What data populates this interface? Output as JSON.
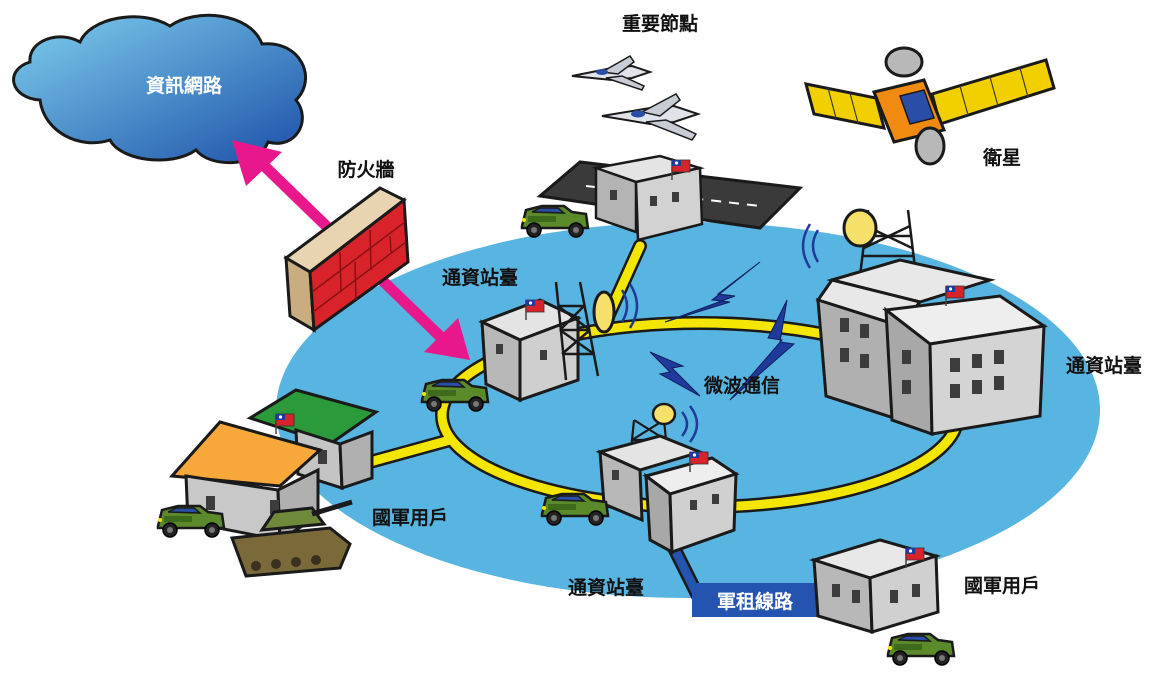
{
  "labels": {
    "info_network": "資訊網路",
    "important_node": "重要節點",
    "satellite": "衛星",
    "firewall": "防火牆",
    "station_left": "通資站臺",
    "station_right": "通資站臺",
    "station_bottom": "通資站臺",
    "microwave": "微波通信",
    "user_left": "國軍用戶",
    "user_right": "國軍用戶",
    "leased_line": "軍租線路"
  },
  "colors": {
    "ellipse": "#58b4e0",
    "ring": "#f5e600",
    "arrow": "#e8188c",
    "cloud": "#3a8fd0",
    "lightning": "#1f3a9a",
    "leased_line": "#2454b0",
    "wall_brick": "#d8232a",
    "wall_top": "#dcc5a0",
    "building": "#c8c8c8",
    "vehicle": "#5a8a2a",
    "tank": "#7a6a3a",
    "satellite_panel": "#f2d000",
    "satellite_body": "#f08a10"
  },
  "icons": [
    "cloud-icon",
    "jet-icon",
    "satellite-icon",
    "firewall-icon",
    "building-icon",
    "radar-tower-icon",
    "flag-icon",
    "humvee-icon",
    "tank-icon",
    "house-icon",
    "lightning-icon",
    "runway-icon"
  ]
}
